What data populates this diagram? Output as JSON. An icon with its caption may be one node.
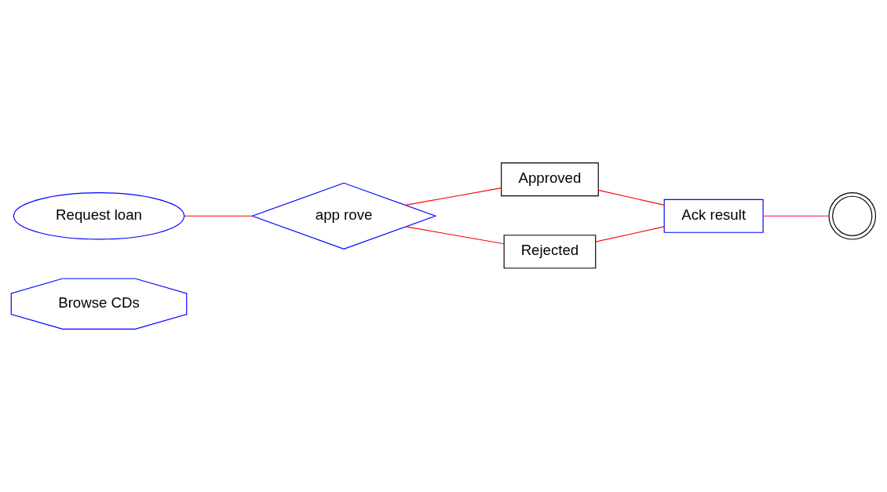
{
  "diagram": {
    "nodes": [
      {
        "text": [
          "Browse CDs"
        ]
      },
      {
        "text": [
          "Request loan"
        ]
      },
      {
        "text": [
          "app rove"
        ]
      },
      {
        "text": [
          "Approved"
        ]
      },
      {
        "text": [
          "Ack result"
        ]
      },
      {
        "text": [
          "Rejected"
        ]
      },
      {
        "text": [],
        "shape": "circle"
      }
    ],
    "edges": [
      {
        "from": 1,
        "to": 2,
        "arrow": "none"
      },
      {
        "from": 2,
        "to": 3,
        "arrow": "none"
      },
      {
        "from": 3,
        "to": 4,
        "arrow": "none"
      },
      {
        "from": 2,
        "to": 5,
        "arrow": "none"
      },
      {
        "from": 5,
        "to": 4,
        "arrow": "none"
      },
      {
        "from": 4,
        "to": 6,
        "arrow": "none",
        "color": "#ff0080"
      }
    ]
  }
}
